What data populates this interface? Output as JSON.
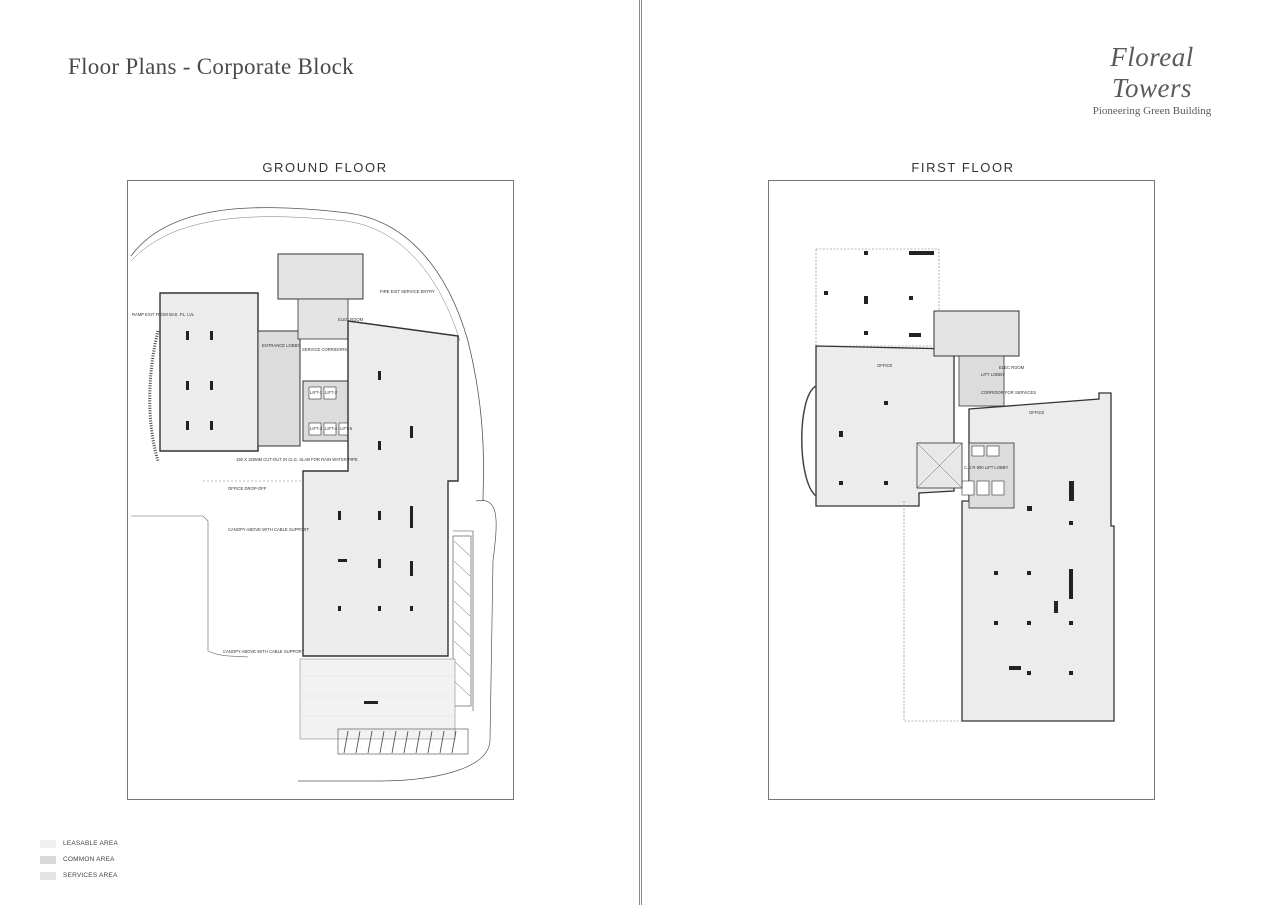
{
  "document": {
    "title": "Floor Plans - Corporate Block",
    "brand_name": "Floreal Towers",
    "brand_tagline": "Pioneering Green Building"
  },
  "plans": {
    "ground": {
      "caption": "GROUND FLOOR",
      "labels": {
        "ramp": "RAMP EXIT FROM BAS. PL. LVL",
        "fire_exit": "FIRE EXIT SERVICE ENTRY",
        "elec_room": "ELEC ROOM",
        "entrance_lobby": "ENTRANCE LOBBY",
        "service_corridors": "SERVICE CORRIDORS",
        "cutout": "150 X 150MM CUT-OUT IN CLG. SLAB FOR RAIN WATER PIPE",
        "drop_off": "OFFICE DROP-OFF",
        "canopy_1": "CANOPY ABOVE WITH CABLE SUPPORT",
        "canopy_2": "CANOPY ABOVE WITH CABLE SUPPORT",
        "lift_1": "LIFT-1",
        "lift_2": "LIFT-2",
        "lift_3": "LIFT-3",
        "lift_4": "LIFT-4",
        "lift_5": "LIFT-5"
      }
    },
    "first": {
      "caption": "FIRST FLOOR",
      "labels": {
        "office_1": "OFFICE",
        "office_2": "OFFICE",
        "lift_lobby": "LIFT LOBBY",
        "elec_room": "ELEC ROOM",
        "corridor": "CORRIDOR FOR SERVICES",
        "lift_lobby_2": "C.D.R 900 LIFT LOBBY"
      }
    }
  },
  "legend": [
    {
      "label": "LEASABLE AREA",
      "color": "#efefef"
    },
    {
      "label": "COMMON AREA",
      "color": "#d9d9d9"
    },
    {
      "label": "SERVICES AREA",
      "color": "#e4e4e4"
    }
  ],
  "colors": {
    "leasable": "#ececec",
    "common": "#dcdcdc",
    "wall": "#333333"
  }
}
